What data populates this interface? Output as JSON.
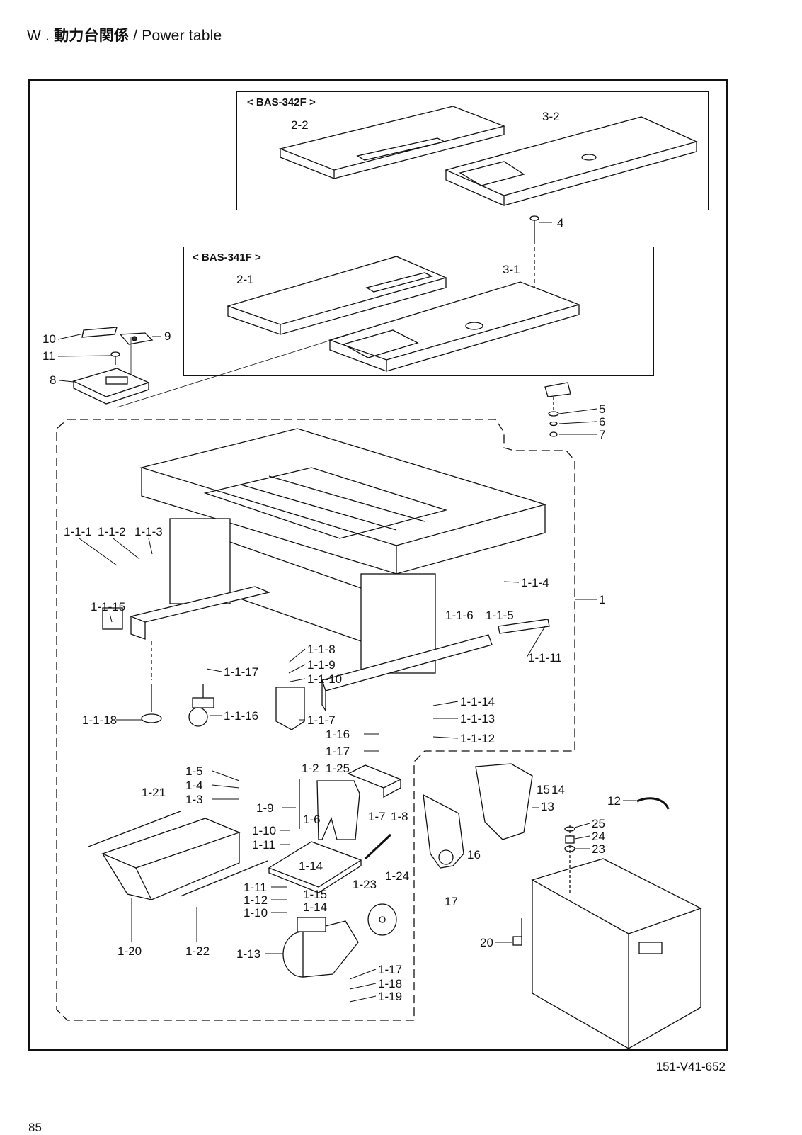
{
  "header": {
    "prefix": "W . ",
    "title_jp": "動力台関係",
    "separator": " / ",
    "title_en": "Power table"
  },
  "groups": {
    "bas342f": "< BAS-342F >",
    "bas341f": "< BAS-341F >"
  },
  "callouts": [
    {
      "id": "2-2",
      "label": "2-2"
    },
    {
      "id": "3-2",
      "label": "3-2"
    },
    {
      "id": "4",
      "label": "4"
    },
    {
      "id": "2-1",
      "label": "2-1"
    },
    {
      "id": "3-1",
      "label": "3-1"
    },
    {
      "id": "10",
      "label": "10"
    },
    {
      "id": "9",
      "label": "9"
    },
    {
      "id": "11",
      "label": "11"
    },
    {
      "id": "8",
      "label": "8"
    },
    {
      "id": "5",
      "label": "5"
    },
    {
      "id": "6",
      "label": "6"
    },
    {
      "id": "7",
      "label": "7"
    },
    {
      "id": "1-1-1",
      "label": "1-1-1"
    },
    {
      "id": "1-1-2",
      "label": "1-1-2"
    },
    {
      "id": "1-1-3",
      "label": "1-1-3"
    },
    {
      "id": "1-1-4",
      "label": "1-1-4"
    },
    {
      "id": "1",
      "label": "1"
    },
    {
      "id": "1-1-15",
      "label": "1-1-15"
    },
    {
      "id": "1-1-6",
      "label": "1-1-6"
    },
    {
      "id": "1-1-5",
      "label": "1-1-5"
    },
    {
      "id": "1-1-11",
      "label": "1-1-11"
    },
    {
      "id": "1-1-8",
      "label": "1-1-8"
    },
    {
      "id": "1-1-9",
      "label": "1-1-9"
    },
    {
      "id": "1-1-10",
      "label": "1-1-10"
    },
    {
      "id": "1-1-17",
      "label": "1-1-17"
    },
    {
      "id": "1-1-14",
      "label": "1-1-14"
    },
    {
      "id": "1-1-13",
      "label": "1-1-13"
    },
    {
      "id": "1-1-12",
      "label": "1-1-12"
    },
    {
      "id": "1-1-18",
      "label": "1-1-18"
    },
    {
      "id": "1-1-16",
      "label": "1-1-16"
    },
    {
      "id": "1-1-7",
      "label": "1-1-7"
    },
    {
      "id": "1-16",
      "label": "1-16"
    },
    {
      "id": "1-17a",
      "label": "1-17"
    },
    {
      "id": "1-25",
      "label": "1-25"
    },
    {
      "id": "1-2",
      "label": "1-2"
    },
    {
      "id": "1-5",
      "label": "1-5"
    },
    {
      "id": "1-4",
      "label": "1-4"
    },
    {
      "id": "1-3",
      "label": "1-3"
    },
    {
      "id": "1-9",
      "label": "1-9"
    },
    {
      "id": "1-21",
      "label": "1-21"
    },
    {
      "id": "1-6",
      "label": "1-6"
    },
    {
      "id": "1-7",
      "label": "1-7"
    },
    {
      "id": "1-8",
      "label": "1-8"
    },
    {
      "id": "1-10a",
      "label": "1-10"
    },
    {
      "id": "1-11a",
      "label": "1-11"
    },
    {
      "id": "1-14a",
      "label": "1-14"
    },
    {
      "id": "1-15",
      "label": "1-15"
    },
    {
      "id": "1-23",
      "label": "1-23"
    },
    {
      "id": "1-24",
      "label": "1-24"
    },
    {
      "id": "1-11b",
      "label": "1-11"
    },
    {
      "id": "1-12",
      "label": "1-12"
    },
    {
      "id": "1-14b",
      "label": "1-14"
    },
    {
      "id": "1-10b",
      "label": "1-10"
    },
    {
      "id": "1-20",
      "label": "1-20"
    },
    {
      "id": "1-22",
      "label": "1-22"
    },
    {
      "id": "1-13",
      "label": "1-13"
    },
    {
      "id": "1-17b",
      "label": "1-17"
    },
    {
      "id": "1-18",
      "label": "1-18"
    },
    {
      "id": "1-19",
      "label": "1-19"
    },
    {
      "id": "15",
      "label": "15"
    },
    {
      "id": "14",
      "label": "14"
    },
    {
      "id": "13",
      "label": "13"
    },
    {
      "id": "16",
      "label": "16"
    },
    {
      "id": "17",
      "label": "17"
    },
    {
      "id": "12",
      "label": "12"
    },
    {
      "id": "25",
      "label": "25"
    },
    {
      "id": "24",
      "label": "24"
    },
    {
      "id": "23",
      "label": "23"
    },
    {
      "id": "20",
      "label": "20"
    }
  ],
  "footer": {
    "doc_number": "151-V41-652",
    "page_number": "85"
  }
}
